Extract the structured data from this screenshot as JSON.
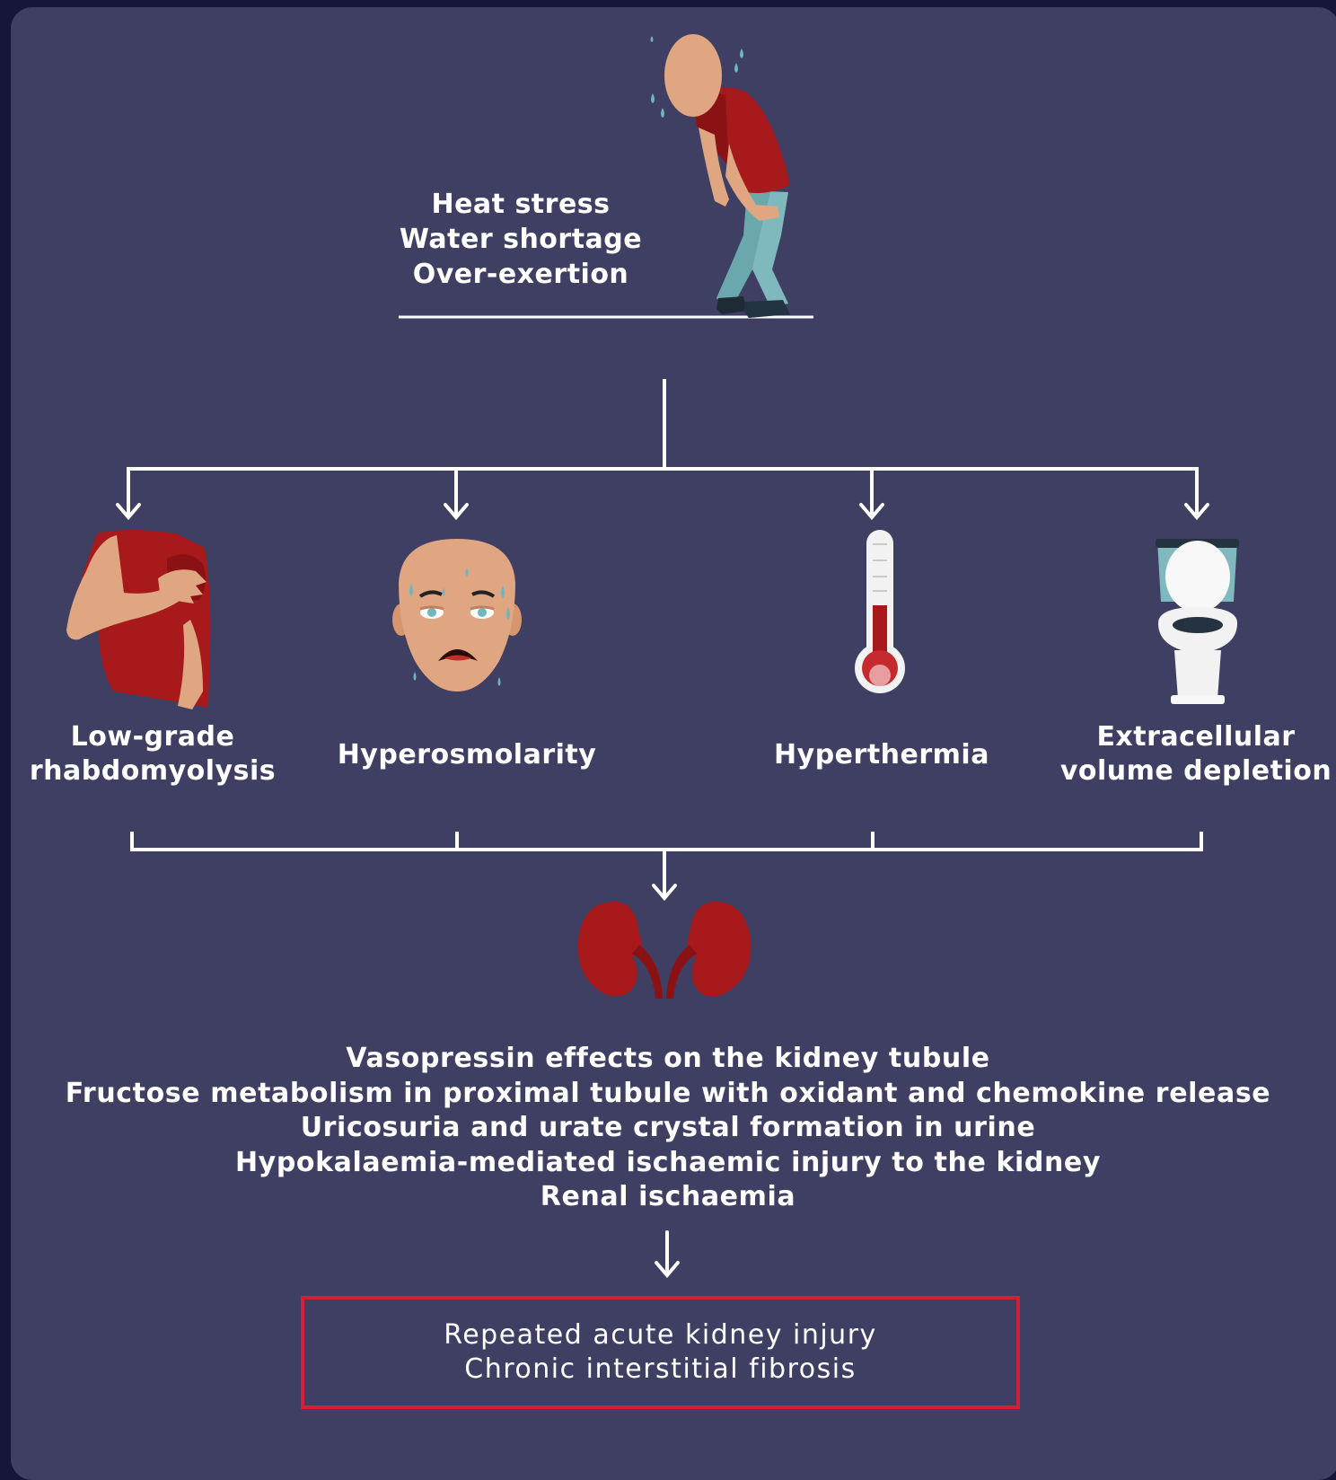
{
  "causes": [
    "Heat stress",
    "Water shortage",
    "Over-exertion"
  ],
  "effects": [
    {
      "label": "Low-grade",
      "label2": "rhabdomyolysis",
      "icon": "muscle-pain-icon"
    },
    {
      "label": "Hyperosmolarity",
      "label2": "",
      "icon": "sweating-face-icon"
    },
    {
      "label": "Hyperthermia",
      "label2": "",
      "icon": "thermometer-icon"
    },
    {
      "label": "Extracellular",
      "label2": "volume depletion",
      "icon": "toilet-icon"
    }
  ],
  "kidney_icon": "kidneys-icon",
  "mechanisms": [
    "Vasopressin effects on the kidney tubule",
    "Fructose metabolism in proximal tubule with oxidant and chemokine release",
    "Uricosuria and urate crystal formation in urine",
    "Hypokalaemia-mediated ischaemic injury to the kidney",
    "Renal ischaemia"
  ],
  "outcomes": [
    "Repeated acute kidney injury",
    "Chronic interstitial fibrosis"
  ],
  "colors": {
    "background": "#3e3f62",
    "outer": "#15163a",
    "accent_red": "#a8191c",
    "box_border": "#d41f3a",
    "skin": "#e0a682",
    "water": "#6fb7be"
  }
}
